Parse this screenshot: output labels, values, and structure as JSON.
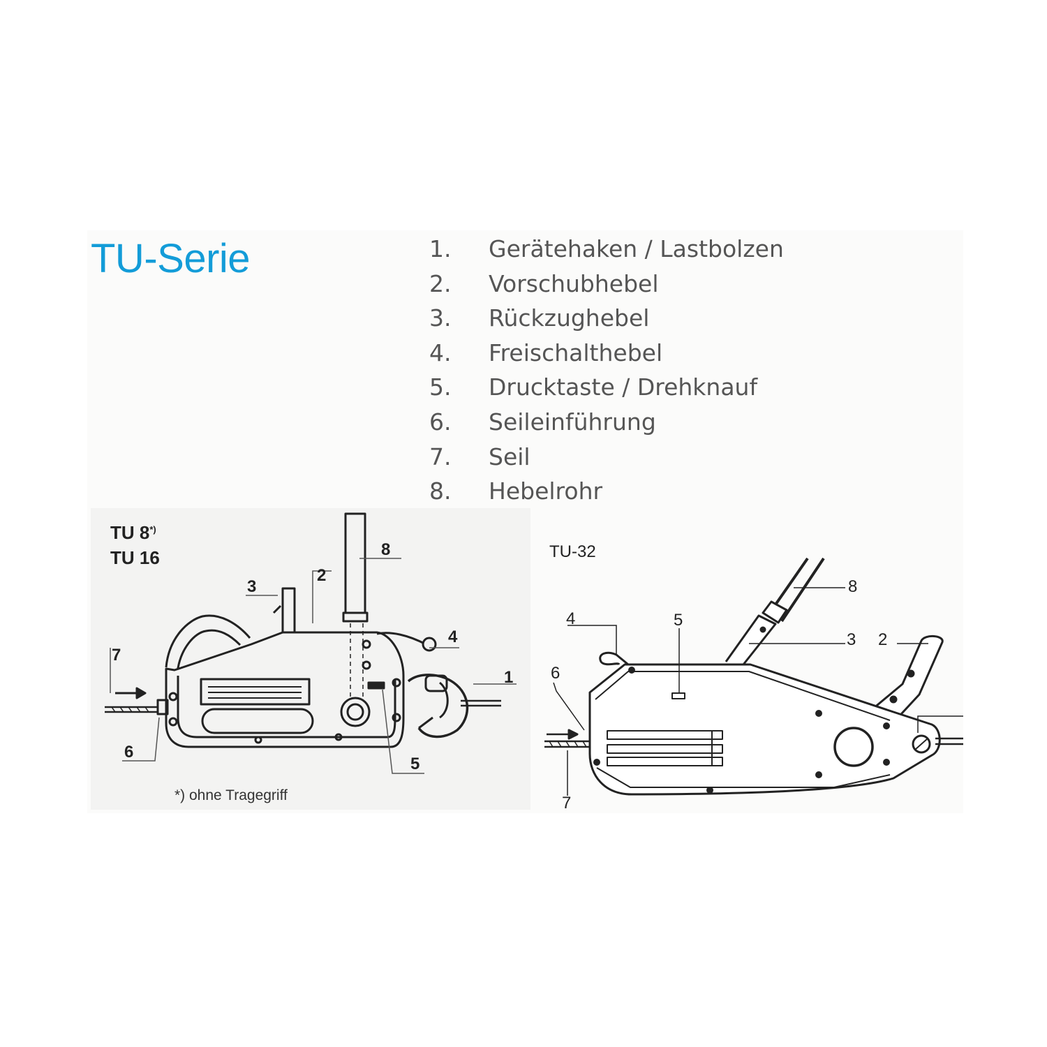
{
  "title": "TU-Serie",
  "parts": [
    {
      "num": "1.",
      "label": "Gerätehaken / Lastbolzen"
    },
    {
      "num": "2.",
      "label": "Vorschubhebel"
    },
    {
      "num": "3.",
      "label": "Rückzughebel"
    },
    {
      "num": "4.",
      "label": "Freischalthebel"
    },
    {
      "num": "5.",
      "label": "Drucktaste / Drehknauf"
    },
    {
      "num": "6.",
      "label": "Seileinführung"
    },
    {
      "num": "7.",
      "label": "Seil"
    },
    {
      "num": "8.",
      "label": "Hebelrohr"
    }
  ],
  "left_figure": {
    "model_line_1": "TU 8",
    "model_line_1_sup": "*)",
    "model_line_2": "TU 16",
    "footnote": "*) ohne Tragegriff",
    "callouts": [
      "1",
      "2",
      "3",
      "4",
      "5",
      "6",
      "7",
      "8"
    ]
  },
  "right_figure": {
    "model": "TU-32",
    "callouts": [
      "2",
      "3",
      "4",
      "5",
      "6",
      "7",
      "8"
    ]
  },
  "colors": {
    "title": "#139cd8",
    "list_text": "#555555",
    "drawing": "#222222"
  }
}
